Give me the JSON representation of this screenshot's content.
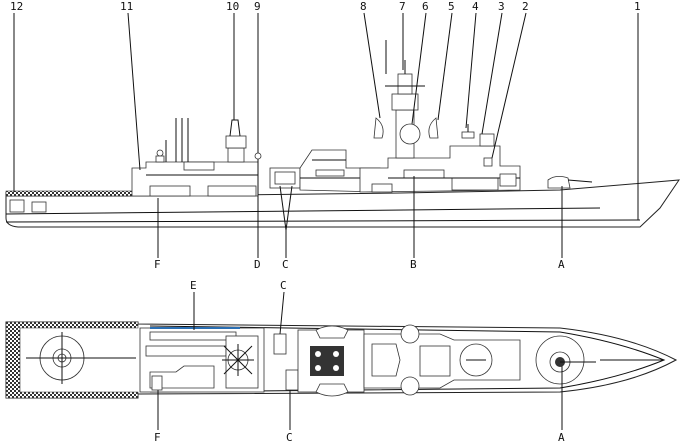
{
  "side_view": {
    "top_labels": [
      {
        "id": "12",
        "text": "12"
      },
      {
        "id": "11",
        "text": "11"
      },
      {
        "id": "10",
        "text": "10"
      },
      {
        "id": "9",
        "text": "9"
      },
      {
        "id": "8",
        "text": "8"
      },
      {
        "id": "7",
        "text": "7"
      },
      {
        "id": "6",
        "text": "6"
      },
      {
        "id": "5",
        "text": "5"
      },
      {
        "id": "4",
        "text": "4"
      },
      {
        "id": "3",
        "text": "3"
      },
      {
        "id": "2",
        "text": "2"
      },
      {
        "id": "1",
        "text": "1"
      }
    ],
    "bottom_labels": [
      {
        "id": "F",
        "text": "F"
      },
      {
        "id": "D",
        "text": "D"
      },
      {
        "id": "C",
        "text": "C"
      },
      {
        "id": "B",
        "text": "B"
      },
      {
        "id": "A",
        "text": "A"
      }
    ]
  },
  "plan_view": {
    "top_labels": [
      {
        "id": "E",
        "text": "E"
      },
      {
        "id": "C",
        "text": "C"
      }
    ],
    "bottom_labels": [
      {
        "id": "F",
        "text": "F"
      },
      {
        "id": "C",
        "text": "C"
      },
      {
        "id": "A",
        "text": "A"
      }
    ]
  },
  "colors": {
    "line": "#111111",
    "background": "#ffffff",
    "accent": "#2b6fb3"
  }
}
